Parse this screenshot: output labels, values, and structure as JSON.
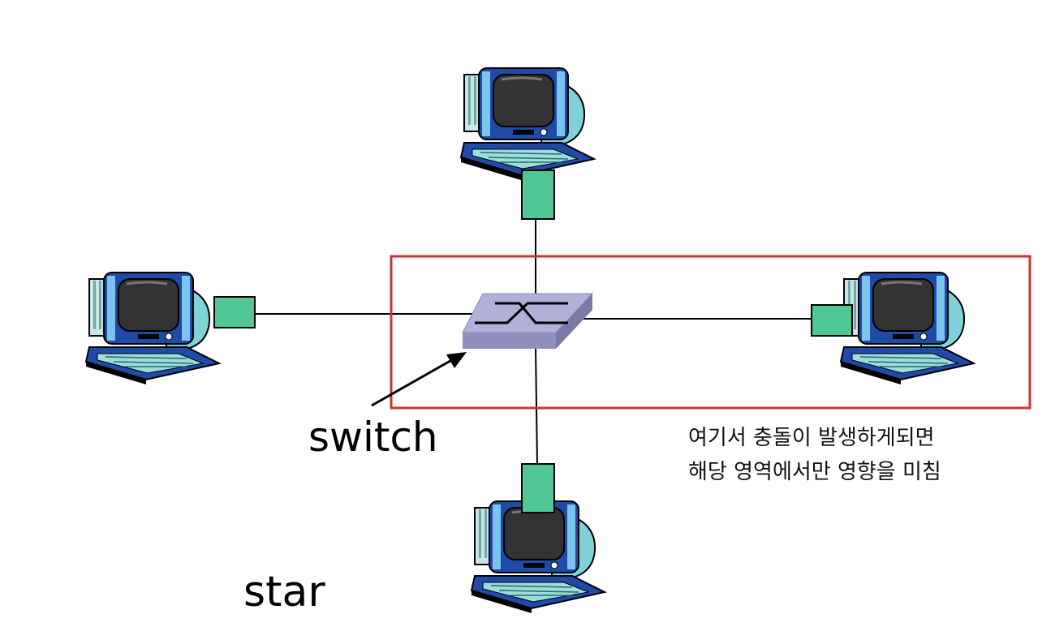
{
  "labels": {
    "switch": "switch",
    "star": "star"
  },
  "annotation": {
    "line1": "여기서 충돌이 발생하게되면",
    "line2": "해당 영역에서만 영향을 미침"
  },
  "colors": {
    "adapter": "#4fc893",
    "highlight_box": "#cc3333",
    "switch_top": "#b0b0d8",
    "monitor_frame": "#1f4aa8",
    "screen": "#333333"
  },
  "icons": [
    "computer-icon",
    "network-adapter-icon",
    "switch-icon",
    "arrow-icon"
  ]
}
